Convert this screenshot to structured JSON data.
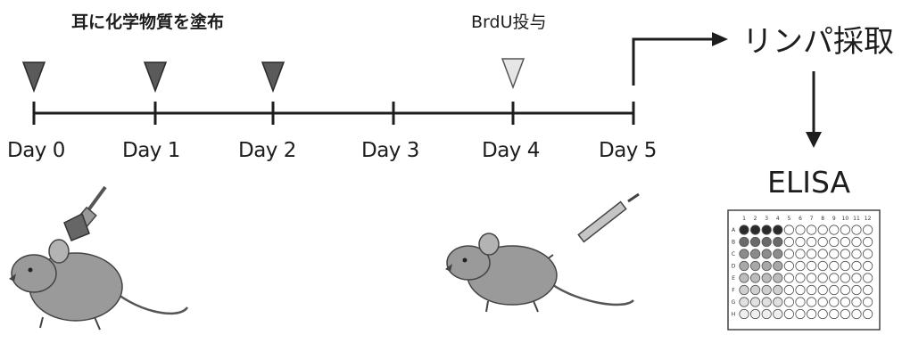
{
  "steps": {
    "paint_label": "耳に化学物質を塗布",
    "brdu_label": "BrdU投与",
    "lymph_label": "リンパ採取",
    "elisa_label": "ELISA"
  },
  "timeline": {
    "days": [
      "Day 0",
      "Day 1",
      "Day 2",
      "Day 3",
      "Day 4",
      "Day 5"
    ]
  },
  "plate": {
    "column_numbers": [
      "1",
      "2",
      "3",
      "4",
      "5",
      "6",
      "7",
      "8",
      "9",
      "10",
      "11",
      "12"
    ],
    "row_letters": [
      "A",
      "B",
      "C",
      "D",
      "E",
      "F",
      "G",
      "H"
    ]
  },
  "colors": {
    "line": "#1d1d1d",
    "triangle_dark": "#5a5a5a",
    "triangle_light": "#e6e6e6",
    "mouse_body": "#9a9a9a",
    "mouse_shadow": "#6e6e6e"
  }
}
